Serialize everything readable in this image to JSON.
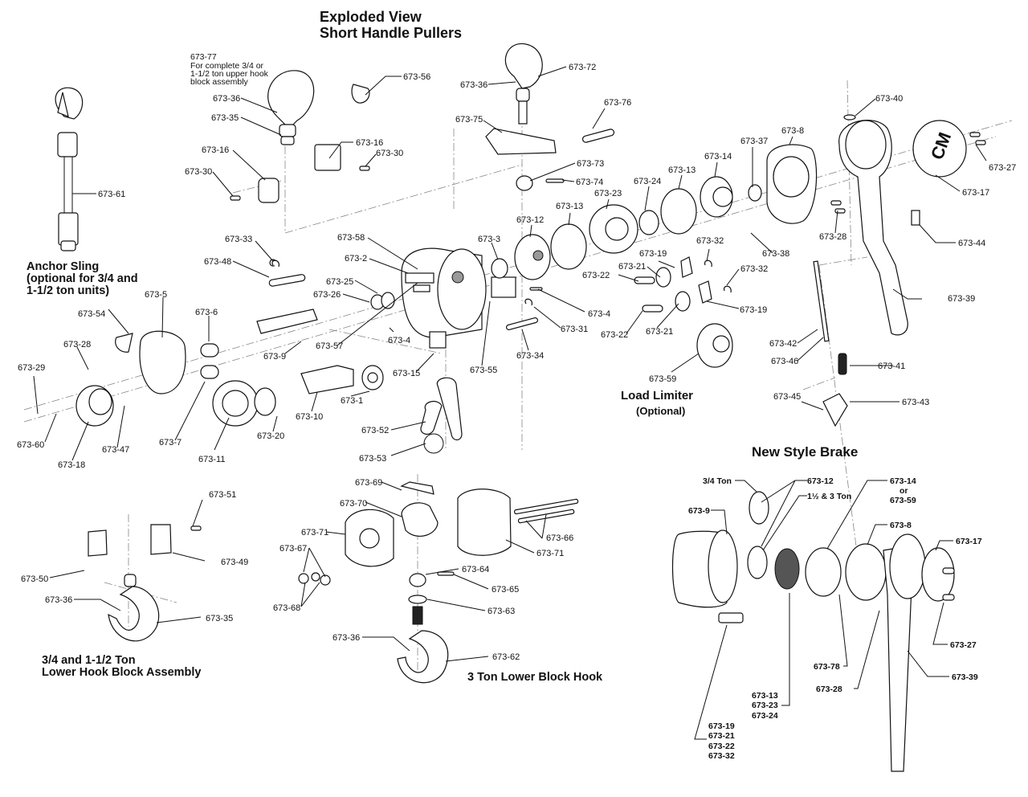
{
  "title": {
    "line1": "Exploded View",
    "line2": "Short Handle Pullers"
  },
  "notes": {
    "upper_hook_part": "673-77",
    "upper_hook_line1": "For complete 3/4 or",
    "upper_hook_line2": "1-1/2 ton upper hook",
    "upper_hook_line3": "block assembly"
  },
  "section_titles": {
    "anchor_sling_1": "Anchor Sling",
    "anchor_sling_2": "(optional for 3/4 and",
    "anchor_sling_3": "1-1/2 ton units)",
    "load_limiter_1": "Load Limiter",
    "load_limiter_2": "(Optional)",
    "lower_hook_1": "3/4 and 1-1/2 Ton",
    "lower_hook_2": "Lower Hook Block Assembly",
    "three_ton_hook": "3 Ton Lower Block Hook",
    "new_style_brake": "New Style Brake"
  },
  "labels": {
    "p673_56": "673-56",
    "p673_36a": "673-36",
    "p673_35a": "673-35",
    "p673_72": "673-72",
    "p673_36b": "673-36",
    "p673_76": "673-76",
    "p673_75": "673-75",
    "p673_73": "673-73",
    "p673_74": "673-74",
    "p673_16a": "673-16",
    "p673_30a": "673-30",
    "p673_16b": "673-16",
    "p673_30b": "673-30",
    "p673_40": "673-40",
    "p673_27": "673-27",
    "p673_17": "673-17",
    "p673_8": "673-8",
    "p673_37": "673-37",
    "p673_14": "673-14",
    "p673_13a": "673-13",
    "p673_24": "673-24",
    "p673_23": "673-23",
    "p673_13b": "673-13",
    "p673_12": "673-12",
    "p673_28a": "673-28",
    "p673_44": "673-44",
    "p673_38": "673-38",
    "p673_39": "673-39",
    "p673_61": "673-61",
    "p673_33": "673-33",
    "p673_48": "673-48",
    "p673_58": "673-58",
    "p673_2": "673-2",
    "p673_3": "673-3",
    "p673_25": "673-25",
    "p673_26": "673-26",
    "p673_19a": "673-19",
    "p673_32a": "673-32",
    "p673_21a": "673-21",
    "p673_22a": "673-22",
    "p673_32b": "673-32",
    "p673_19b": "673-19",
    "p673_21b": "673-21",
    "p673_22b": "673-22",
    "p673_4a": "673-4",
    "p673_31": "673-31",
    "p673_34": "673-34",
    "p673_42": "673-42",
    "p673_46": "673-46",
    "p673_41": "673-41",
    "p673_45": "673-45",
    "p673_43": "673-43",
    "p673_54": "673-54",
    "p673_5": "673-5",
    "p673_6": "673-6",
    "p673_9": "673-9",
    "p673_57": "673-57",
    "p673_4b": "673-4",
    "p673_28b": "673-28",
    "p673_29": "673-29",
    "p673_60": "673-60",
    "p673_47": "673-47",
    "p673_18": "673-18",
    "p673_7": "673-7",
    "p673_11": "673-11",
    "p673_20": "673-20",
    "p673_10": "673-10",
    "p673_1": "673-1",
    "p673_15": "673-15",
    "p673_55": "673-55",
    "p673_59": "673-59",
    "p673_52": "673-52",
    "p673_53": "673-53",
    "p673_51": "673-51",
    "p673_49": "673-49",
    "p673_50": "673-50",
    "p673_36c": "673-36",
    "p673_35b": "673-35",
    "p673_69": "673-69",
    "p673_70": "673-70",
    "p673_71a": "673-71",
    "p673_67": "673-67",
    "p673_68": "673-68",
    "p673_66": "673-66",
    "p673_71b": "673-71",
    "p673_64": "673-64",
    "p673_65": "673-65",
    "p673_63": "673-63",
    "p673_36d": "673-36",
    "p673_62": "673-62"
  },
  "brake_labels": {
    "three_quarter_ton": "3/4 Ton",
    "b673_12": "673-12",
    "one_half_three_ton": "1½ & 3 Ton",
    "b673_14": "673-14",
    "or": "or",
    "b673_59": "673-59",
    "b673_9": "673-9",
    "b673_8": "673-8",
    "b673_17": "673-17",
    "b673_27": "673-27",
    "b673_78": "673-78",
    "b673_28": "673-28",
    "b673_39": "673-39",
    "b673_13": "673-13",
    "b673_23": "673-23",
    "b673_24": "673-24",
    "b673_19": "673-19",
    "b673_21": "673-21",
    "b673_22": "673-22",
    "b673_32": "673-32"
  },
  "logo_text": "CM"
}
